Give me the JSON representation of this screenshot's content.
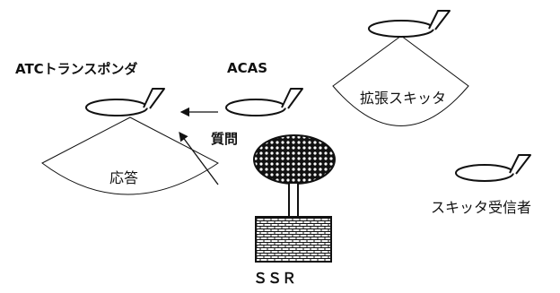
{
  "labels": {
    "transponder": "ATCトランスポンダ",
    "acas": "ACAS",
    "interrogation": "質問",
    "reply": "応答",
    "extended_squitter": "拡張スキッタ",
    "squitter_receiver": "スキッタ受信者",
    "ssr": "ＳＳＲ"
  },
  "colors": {
    "ink": "#111111",
    "background": "#ffffff"
  },
  "icons": {
    "aircraft": "aircraft-icon",
    "radar_antenna": "radar-antenna-icon",
    "radar_building": "radar-building-icon",
    "arrow": "arrow-icon"
  }
}
